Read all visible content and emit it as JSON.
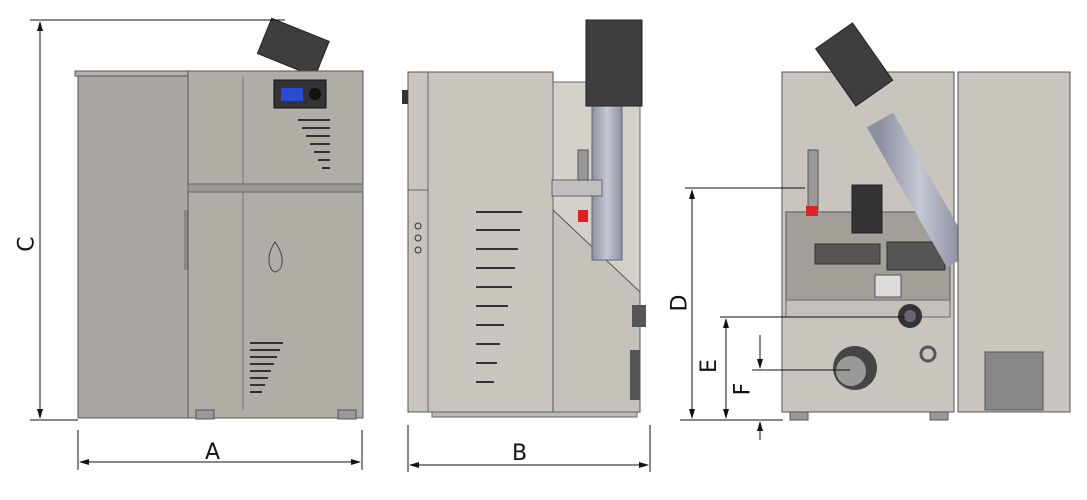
{
  "drawing": {
    "views": [
      "front-view",
      "side-view",
      "rear-view"
    ],
    "dimensions": {
      "width_label": "A",
      "depth_label": "B",
      "height_label": "C",
      "outlet_height_label": "D",
      "return_height_label": "E",
      "flue_height_label": "F"
    },
    "colors": {
      "panel": "#a9a5a0",
      "body": "#c9c4bd",
      "dark": "#4a4a4a",
      "pipe": "#a7abb8",
      "line": "#111111"
    }
  }
}
